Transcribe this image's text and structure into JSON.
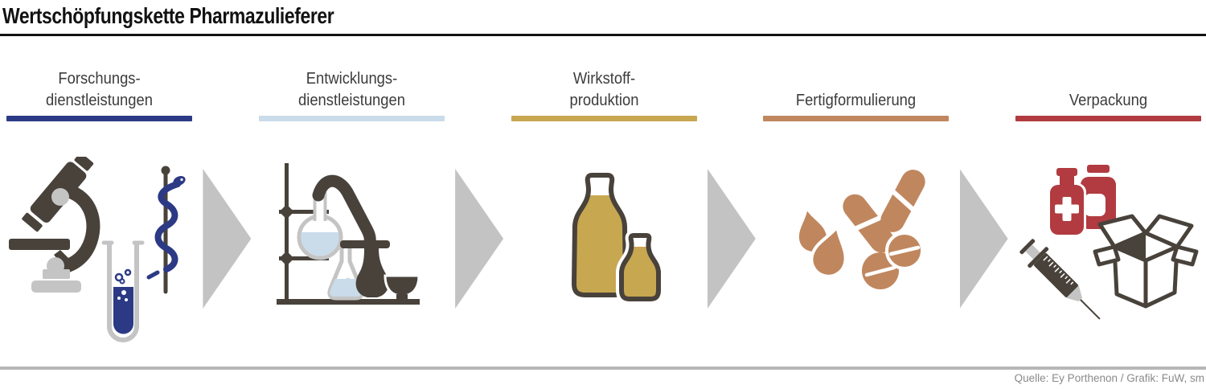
{
  "title": "Wertschöpfungskette Pharmazulieferer",
  "source_credit": "Quelle: Ey Porthenon / Grafik: FuW, sm",
  "arrow_color": "#c3c3c3",
  "palette": {
    "dark_icon": "#48423b",
    "gray_icon": "#c4c4c4",
    "navy": "#2c3a85",
    "light_blue": "#cadbe9",
    "gold": "#c8a751",
    "copper": "#c0875f",
    "red": "#b13b40",
    "title_text": "#121212",
    "label_text": "#3c3c3c",
    "source_text": "#8a8a8a"
  },
  "stages": [
    {
      "id": "research",
      "label_lines": [
        "Forschungs-",
        "dienstleistungen"
      ],
      "color": "#2c3a85",
      "icons": [
        "microscope-icon",
        "test-tube-icon",
        "asclepius-staff-icon"
      ]
    },
    {
      "id": "development",
      "label_lines": [
        "Entwicklungs-",
        "dienstleistungen"
      ],
      "color": "#cadbe9",
      "icons": [
        "lab-stand-icon",
        "round-flask-icon",
        "condenser-icon",
        "erlenmeyer-flask-icon",
        "mortar-icon"
      ]
    },
    {
      "id": "api-production",
      "label_lines": [
        "Wirkstoff-",
        "produktion"
      ],
      "color": "#c8a751",
      "icons": [
        "large-bottle-icon",
        "small-bottle-icon"
      ]
    },
    {
      "id": "formulation",
      "label_lines": [
        "",
        "Fertigformulierung"
      ],
      "color": "#c0875f",
      "icons": [
        "drops-icon",
        "capsules-icon",
        "tablets-icon"
      ]
    },
    {
      "id": "packaging",
      "label_lines": [
        "",
        "Verpackung"
      ],
      "color": "#b13b40",
      "icons": [
        "medicine-bottles-icon",
        "syringe-icon",
        "open-box-icon"
      ]
    }
  ]
}
